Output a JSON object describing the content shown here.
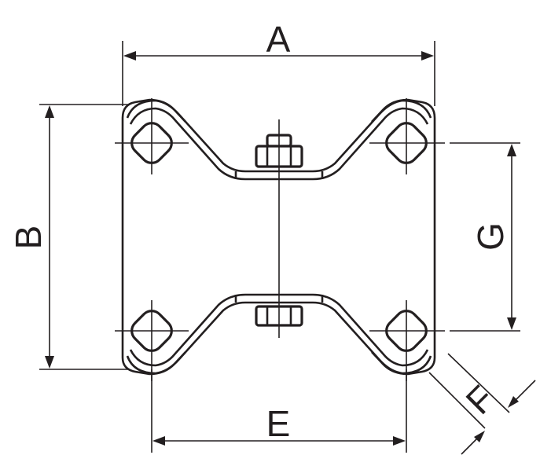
{
  "labels": {
    "a": "A",
    "b": "B",
    "e": "E",
    "f": "F",
    "g": "G"
  }
}
